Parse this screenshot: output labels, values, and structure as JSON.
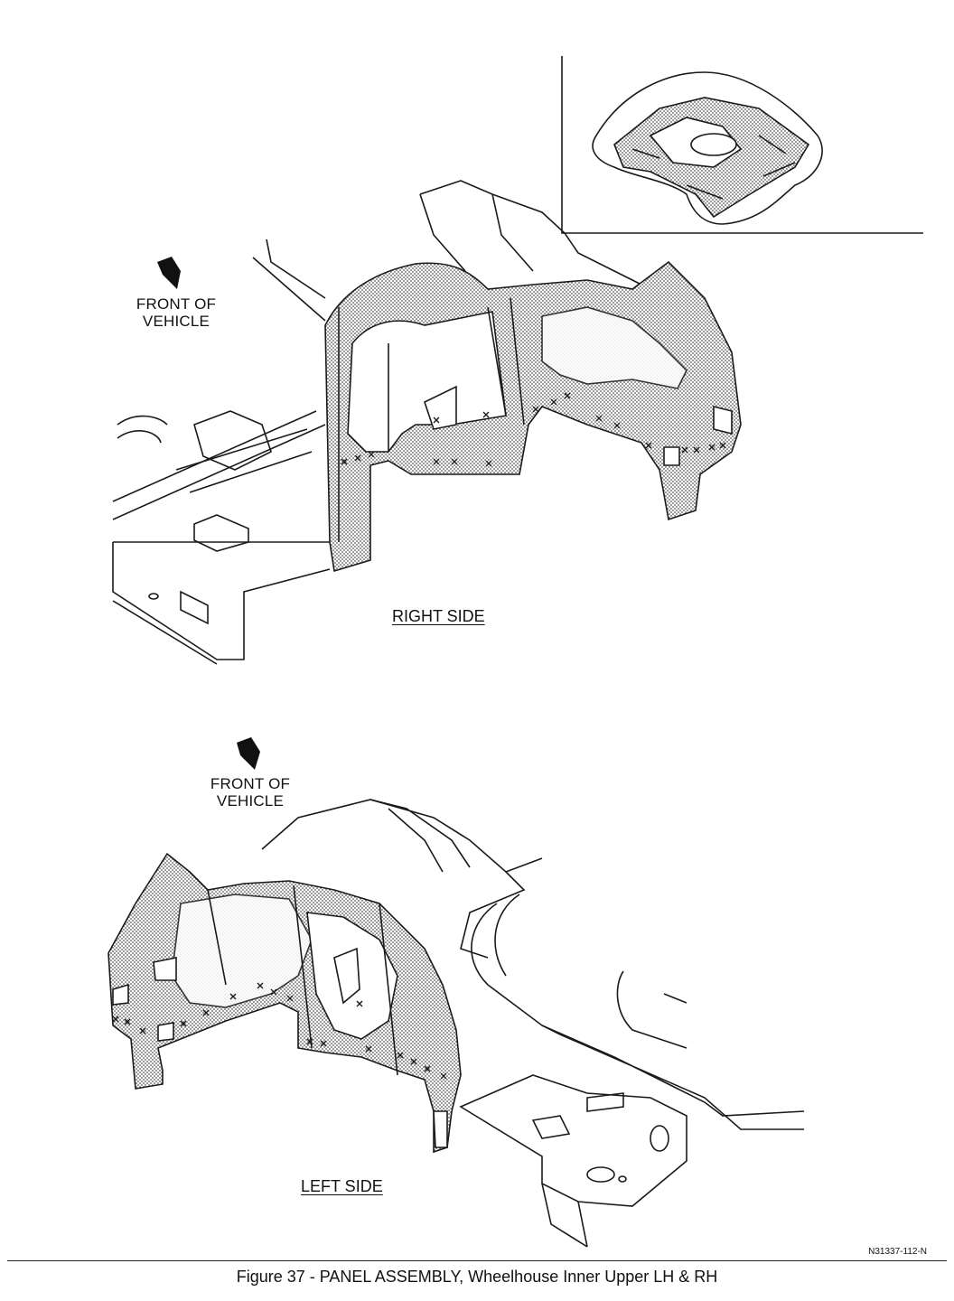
{
  "labels": {
    "front_top_line1": "FRONT OF",
    "front_top_line2": "VEHICLE",
    "front_bottom_line1": "FRONT OF",
    "front_bottom_line2": "VEHICLE",
    "right_side": "RIGHT SIDE",
    "left_side": "LEFT SIDE"
  },
  "document_number": "N31337-112-N",
  "caption": "Figure 37 - PANEL ASSEMBLY, Wheelhouse Inner Upper LH & RH",
  "colors": {
    "line": "#1a1a1a",
    "shade": "#b8b8b8"
  }
}
